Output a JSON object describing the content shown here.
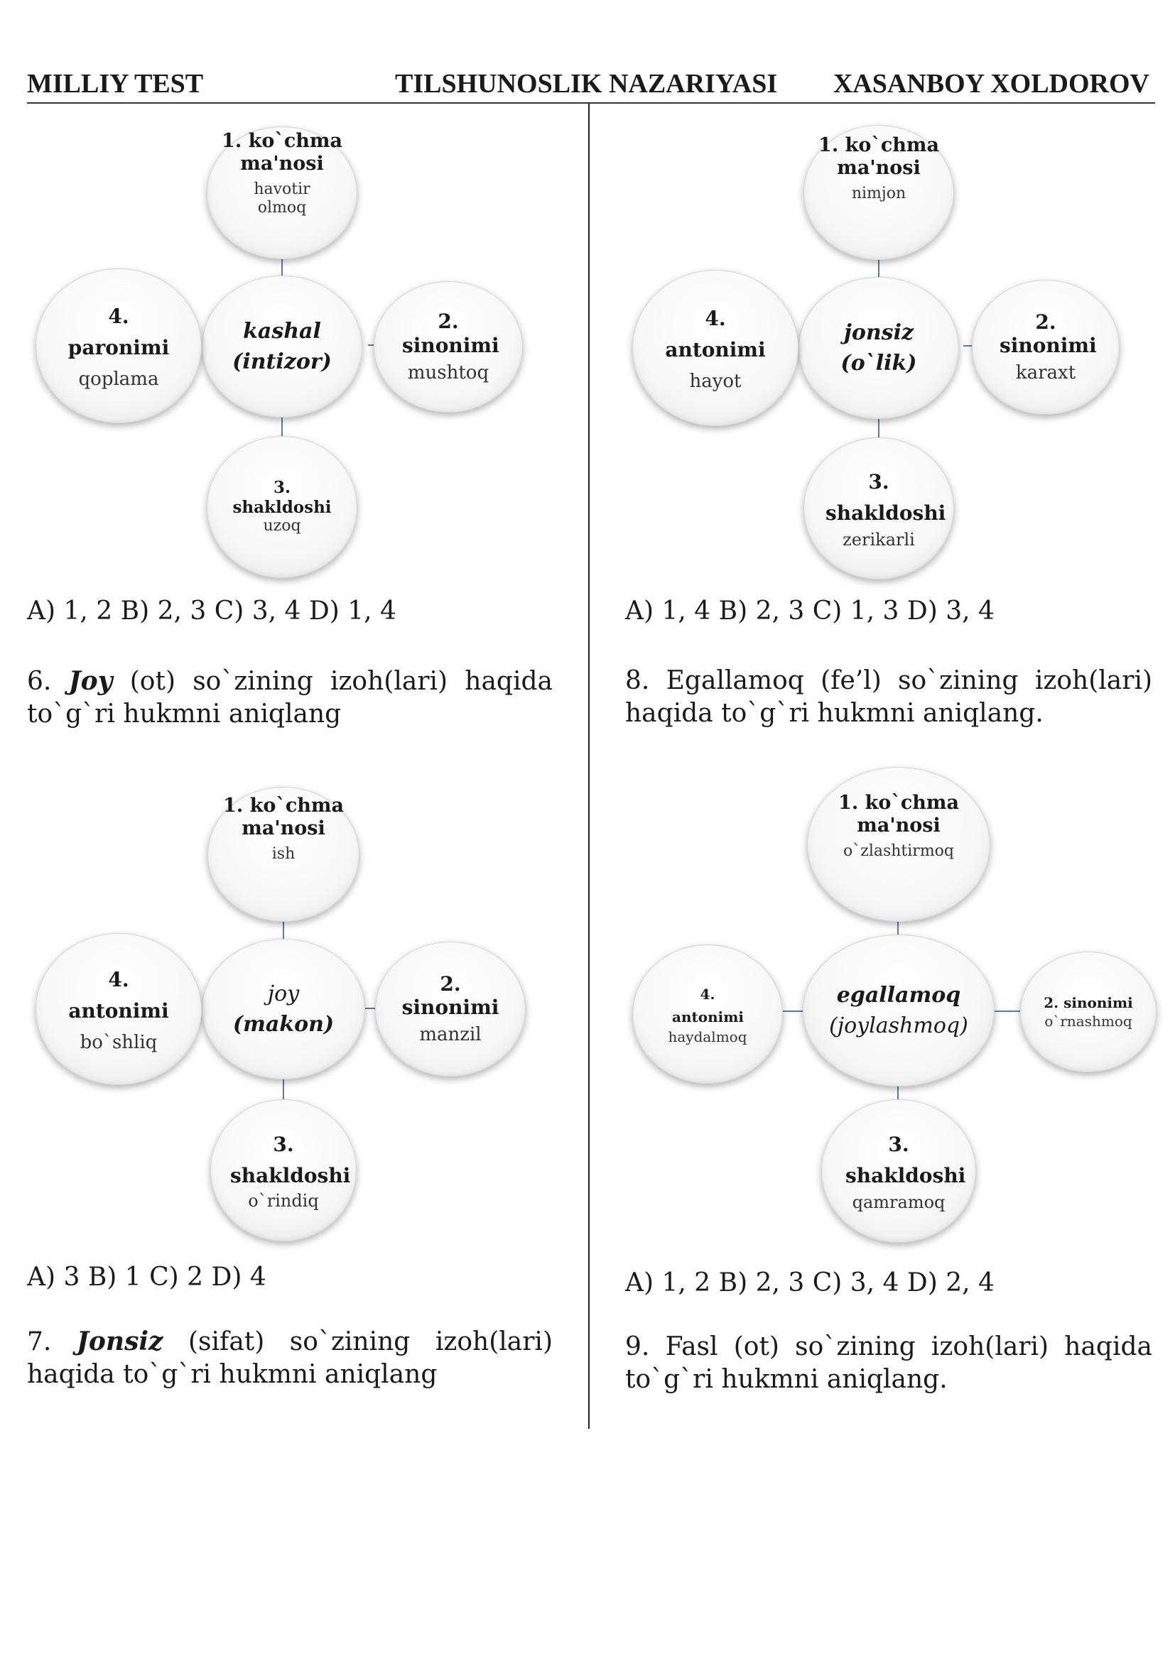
{
  "header": {
    "left": "MILLIY TEST",
    "middle": "TILSHUNOSLIK NAZARIYASI",
    "right": "XASANBOY XOLDOROV"
  },
  "diagrams": [
    {
      "center_word": "kashal",
      "center_syn": "(intizor)",
      "top_title": "1. ko`chma ma'nosi",
      "top_value": "havotir olmoq",
      "right_title": "2. sinonimi",
      "right_value": "mushtoq",
      "bottom_title": "3. shakldoshi",
      "bottom_value": "uzoq",
      "left_title": "4. paronimi",
      "left_value": "qoplama"
    },
    {
      "center_word": "jonsiz",
      "center_syn": "(o`lik)",
      "top_title": "1. ko`chma ma'nosi",
      "top_value": "nimjon",
      "right_title": "2. sinonimi",
      "right_value": "karaxt",
      "bottom_title": "3. shakldoshi",
      "bottom_value": "zerikarli",
      "left_title": "4. antonimi",
      "left_value": "hayot"
    },
    {
      "center_word": "joy",
      "center_syn": "(makon)",
      "top_title": "1. ko`chma ma'nosi",
      "top_value": "ish",
      "right_title": "2. sinonimi",
      "right_value": "manzil",
      "bottom_title": "3. shakldoshi",
      "bottom_value": "o`rindiq",
      "left_title": "4. antonimi",
      "left_value": "bo`shliq"
    },
    {
      "center_word": "egallamoq",
      "center_syn": "(joylashmoq)",
      "top_title": "1. ko`chma ma'nosi",
      "top_value": "o`zlashtirmoq",
      "right_title": "2. sinonimi",
      "right_value": "o`rnashmoq",
      "bottom_title": "3. shakldoshi",
      "bottom_value": "qamramoq",
      "left_title": "4. antonimi",
      "left_value": "haydalmoq"
    }
  ],
  "answers": [
    "A) 1, 2  B) 2, 3 C) 3, 4 D) 1, 4",
    "A) 1, 4 B) 2, 3 C) 1, 3 D) 3, 4",
    "A) 3  B) 1 C) 2 D) 4",
    "A) 1, 2  B) 2, 3  C) 3, 4 D) 2, 4"
  ],
  "questions": [
    {
      "num": "6.",
      "word": "Joy",
      "rest": " (ot) so`zining izoh(lari) haqida to`g`ri hukmni aniqlang"
    },
    {
      "num": "8.",
      "word": "",
      "rest": "Egallamoq (fe’l) so`zining izoh(lari) haqida to`g`ri hukmni aniqlang."
    },
    {
      "num": "7.",
      "word": "Jonsiz",
      "rest": " (sifat) so`zining izoh(lari) haqida to`g`ri hukmni aniqlang"
    },
    {
      "num": "9.",
      "word": "",
      "rest": "Fasl (ot) so`zining  izoh(lari) haqida to`g`ri hukmni aniqlang."
    }
  ]
}
